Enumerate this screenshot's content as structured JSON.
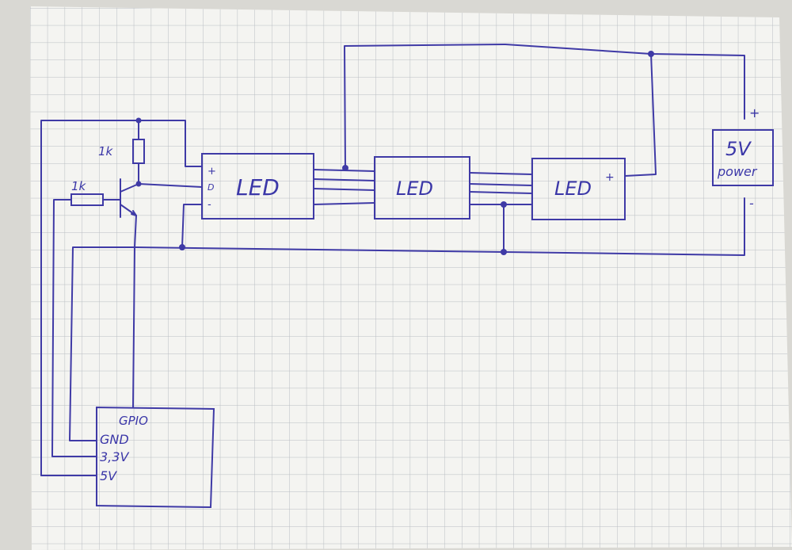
{
  "diagram": {
    "resistor_left_label": "1k",
    "resistor_top_label": "1k",
    "transistor_pins": {
      "plus": "+",
      "data": "D",
      "minus": "-"
    },
    "led_strips": [
      {
        "label": "LED"
      },
      {
        "label": "LED"
      },
      {
        "label": "LED",
        "plus": "+"
      }
    ],
    "power": {
      "title": "5V",
      "subtitle": "power",
      "plus": "+",
      "minus": "-"
    },
    "gpio": {
      "title": "GPIO",
      "pins": [
        "GND",
        "3,3V",
        "5V"
      ]
    }
  },
  "colors": {
    "ink": "#3f3aa6",
    "paper": "#f4f4f1",
    "grid": "#b9bdc2"
  }
}
